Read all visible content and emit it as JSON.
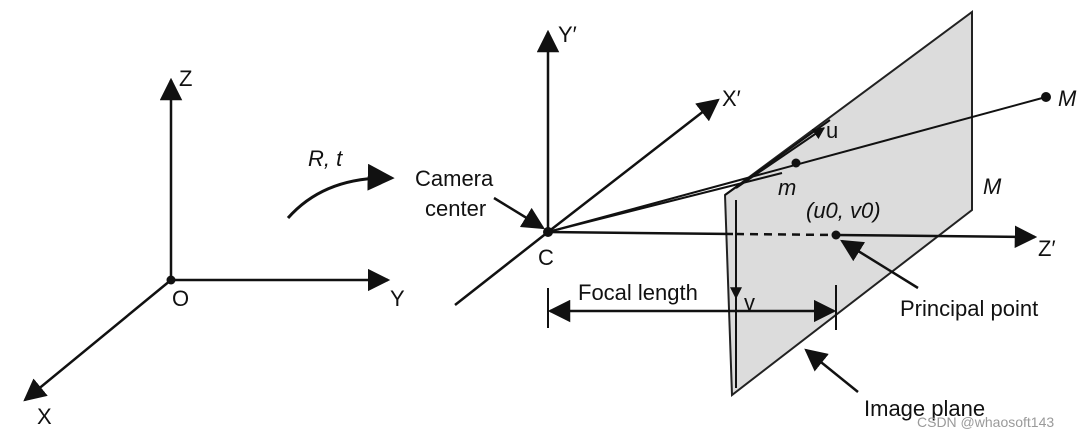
{
  "world_axes": {
    "z_label": "Z",
    "y_label": "Y",
    "x_label": "X",
    "origin_label": "O"
  },
  "transform_label": "R, t",
  "camera_axes": {
    "y_label": "Y′",
    "x_label": "X′",
    "z_label": "Z′",
    "center_point_label": "C"
  },
  "labels": {
    "camera_center_line1": "Camera",
    "camera_center_line2": "center",
    "focal_length": "Focal length",
    "principal_point": "Principal point",
    "image_plane": "Image plane",
    "u_axis": "u",
    "v_axis": "v",
    "image_point": "m",
    "world_point": "M",
    "plane_name": "M",
    "principal_coords": "(u0, v0)"
  },
  "watermark": "CSDN @whaosoft143",
  "colors": {
    "line": "#111111",
    "plane_fill": "#dcdcdc",
    "plane_stroke": "#222222"
  }
}
